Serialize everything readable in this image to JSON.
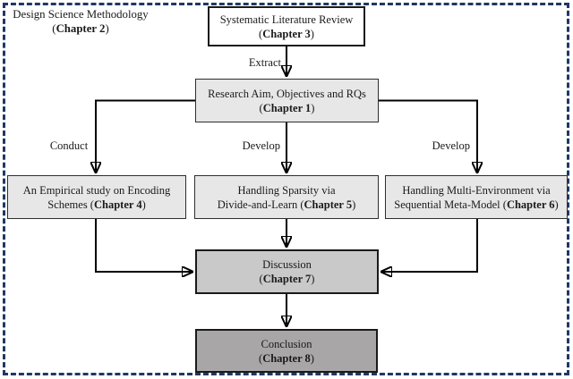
{
  "frame": {
    "label_line1": "Design Science Methodology",
    "label_chapter_pre": "(",
    "label_chapter": "Chapter 2",
    "label_chapter_post": ")"
  },
  "boxes": {
    "slr": {
      "line1": "Systematic Literature Review",
      "line2_pre": "(",
      "chapter": "Chapter 3",
      "line2_post": ")"
    },
    "research": {
      "line1": "Research Aim, Objectives and RQs",
      "line2_pre": "(",
      "chapter": "Chapter 1",
      "line2_post": ")"
    },
    "ch4": {
      "line1": "An Empirical study on Encoding",
      "line2_pre": "Schemes (",
      "chapter": "Chapter 4",
      "line2_post": ")"
    },
    "ch5": {
      "line1": "Handling Sparsity via",
      "line2_pre": "Divide-and-Learn (",
      "chapter": "Chapter 5",
      "line2_post": ")"
    },
    "ch6": {
      "line1": "Handling Multi-Environment via",
      "line2_pre": "Sequential Meta-Model (",
      "chapter": "Chapter 6",
      "line2_post": ")"
    },
    "discussion": {
      "line1": "Discussion",
      "line2_pre": "(",
      "chapter": "Chapter 7",
      "line2_post": ")"
    },
    "conclusion": {
      "line1": "Conclusion",
      "line2_pre": "(",
      "chapter": "Chapter 8",
      "line2_post": ")"
    }
  },
  "edge_labels": {
    "extract": "Extract",
    "conduct": "Conduct",
    "develop_mid": "Develop",
    "develop_right": "Develop"
  },
  "colors": {
    "frame_border": "#1f3864",
    "node_border": "#1a1a1a",
    "slr_fill": "#ffffff",
    "light_node_fill": "#e7e7e7",
    "discussion_fill": "#c9c9c9",
    "conclusion_fill": "#a8a6a6",
    "arrow": "#000000",
    "text": "#1a1a1a"
  }
}
